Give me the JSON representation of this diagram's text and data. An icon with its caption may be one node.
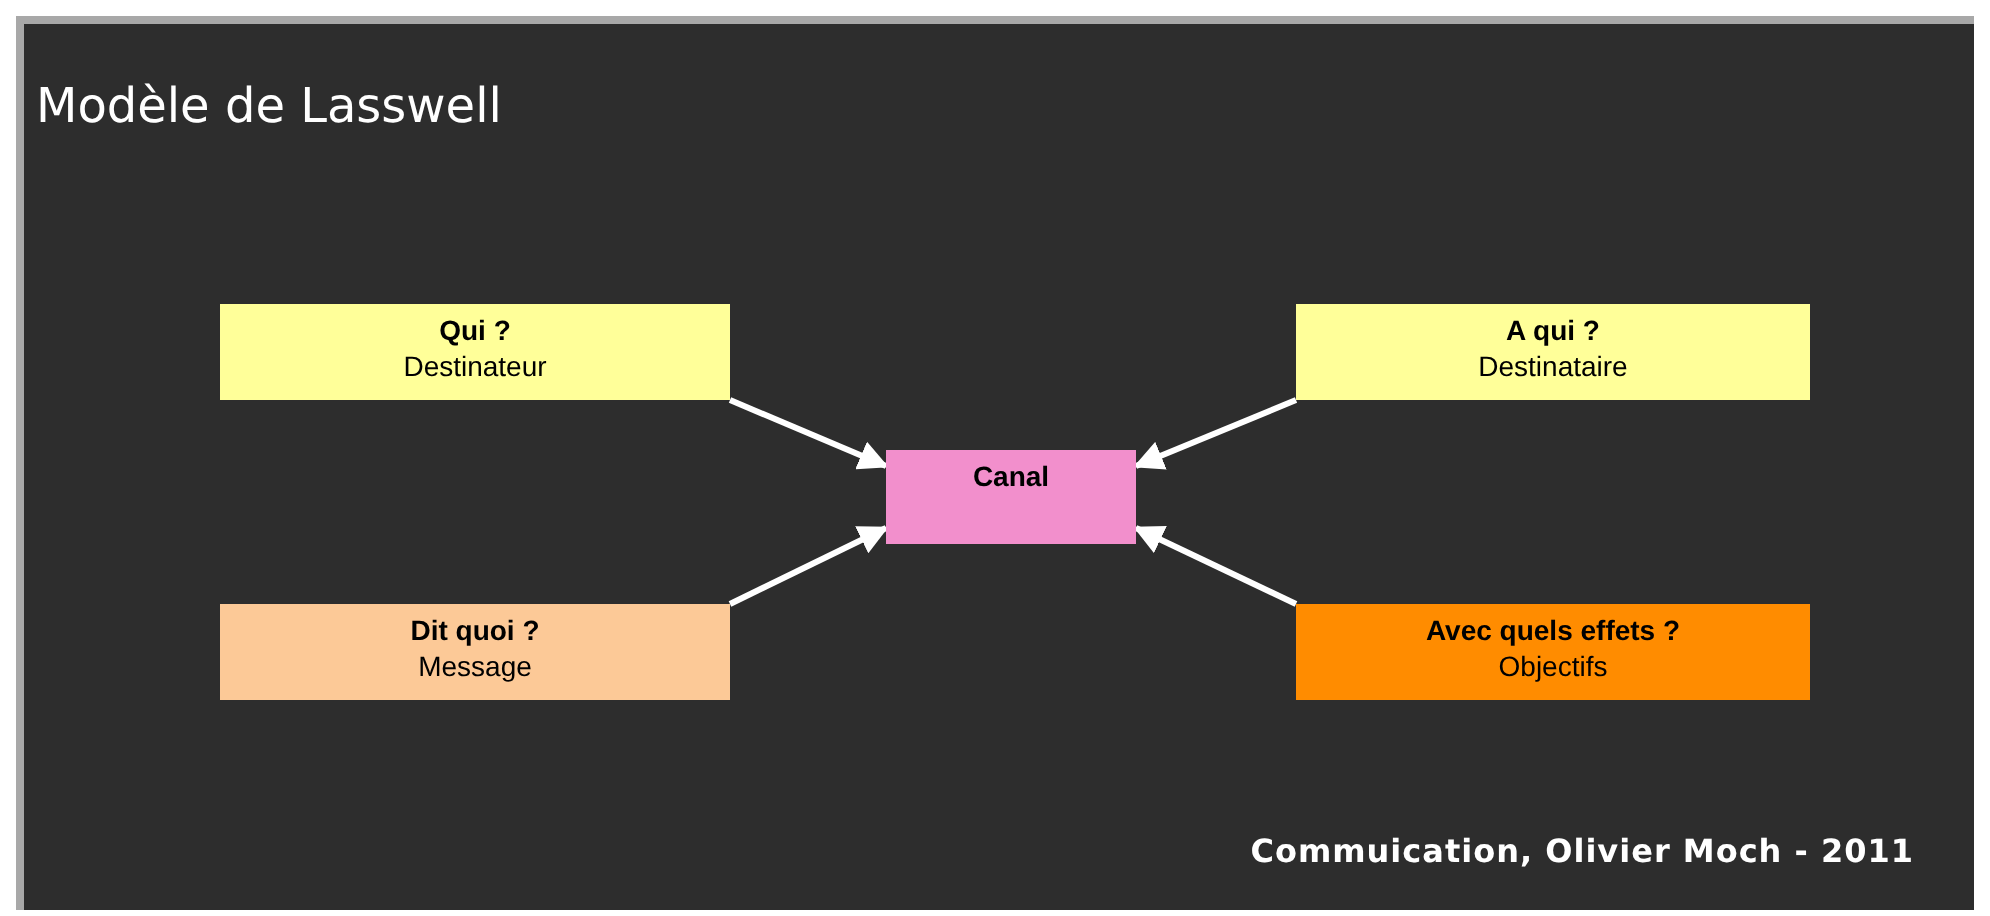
{
  "diagram": {
    "title": "Modèle de Lasswell",
    "nodes": [
      {
        "text": [
          "Qui ?",
          "Destinateur"
        ]
      },
      {
        "text": [
          "A qui ?",
          "Destinataire"
        ]
      },
      {
        "text": [
          "Canal"
        ]
      },
      {
        "text": [
          "Dit quoi ?",
          "Message"
        ]
      },
      {
        "text": [
          "Avec quels effets ?",
          "Objectifs"
        ]
      }
    ],
    "edges": [
      {
        "from": 0,
        "to": 2,
        "arrow": "to"
      },
      {
        "from": 1,
        "to": 2,
        "arrow": "to"
      },
      {
        "from": 3,
        "to": 2,
        "arrow": "to"
      },
      {
        "from": 4,
        "to": 2,
        "arrow": "to"
      }
    ],
    "caption": "Commuication, Olivier Moch - 2011"
  }
}
